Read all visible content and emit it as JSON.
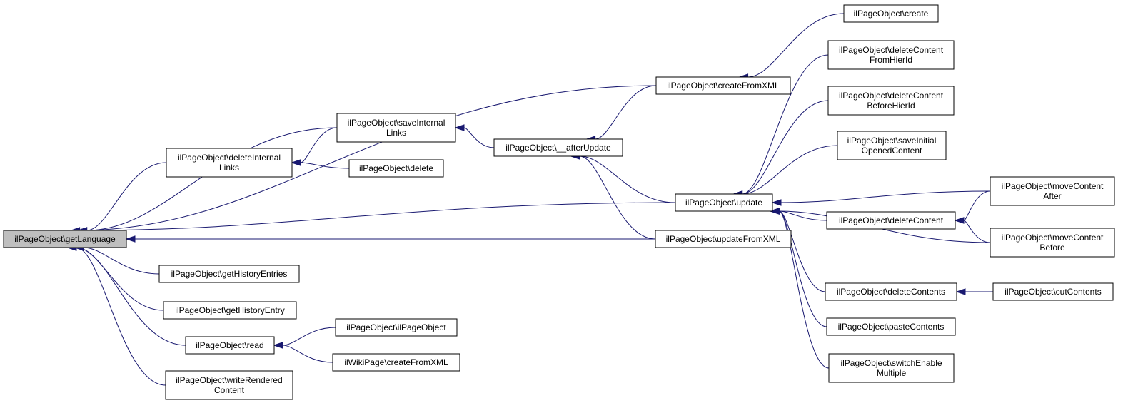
{
  "diagram": {
    "colors": {
      "edge": "#191970",
      "root_fill": "#bfbfbf",
      "node_fill": "#ffffff",
      "node_border": "#000000"
    },
    "nodes": [
      {
        "id": "getLanguage",
        "lines": [
          "ilPageObject\\getLanguage"
        ]
      },
      {
        "id": "deleteInternalLinks",
        "lines": [
          "ilPageObject\\deleteInternal",
          "Links"
        ]
      },
      {
        "id": "getHistoryEntries",
        "lines": [
          "ilPageObject\\getHistoryEntries"
        ]
      },
      {
        "id": "getHistoryEntry",
        "lines": [
          "ilPageObject\\getHistoryEntry"
        ]
      },
      {
        "id": "read",
        "lines": [
          "ilPageObject\\read"
        ]
      },
      {
        "id": "writeRenderedContent",
        "lines": [
          "ilPageObject\\writeRendered",
          "Content"
        ]
      },
      {
        "id": "saveInternalLinks",
        "lines": [
          "ilPageObject\\saveInternal",
          "Links"
        ]
      },
      {
        "id": "delete",
        "lines": [
          "ilPageObject\\delete"
        ]
      },
      {
        "id": "ilPageObjectCtor",
        "lines": [
          "ilPageObject\\ilPageObject"
        ]
      },
      {
        "id": "wikiCreateFromXML",
        "lines": [
          "ilWikiPage\\createFromXML"
        ]
      },
      {
        "id": "afterUpdate",
        "lines": [
          "ilPageObject\\__afterUpdate"
        ]
      },
      {
        "id": "createFromXML",
        "lines": [
          "ilPageObject\\createFromXML"
        ]
      },
      {
        "id": "update",
        "lines": [
          "ilPageObject\\update"
        ]
      },
      {
        "id": "updateFromXML",
        "lines": [
          "ilPageObject\\updateFromXML"
        ]
      },
      {
        "id": "create",
        "lines": [
          "ilPageObject\\create"
        ]
      },
      {
        "id": "deleteContentFromHierId",
        "lines": [
          "ilPageObject\\deleteContent",
          "FromHierId"
        ]
      },
      {
        "id": "deleteContentBeforeHierId",
        "lines": [
          "ilPageObject\\deleteContent",
          "BeforeHierId"
        ]
      },
      {
        "id": "saveInitialOpenedContent",
        "lines": [
          "ilPageObject\\saveInitial",
          "OpenedContent"
        ]
      },
      {
        "id": "deleteContent",
        "lines": [
          "ilPageObject\\deleteContent"
        ]
      },
      {
        "id": "deleteContents",
        "lines": [
          "ilPageObject\\deleteContents"
        ]
      },
      {
        "id": "pasteContents",
        "lines": [
          "ilPageObject\\pasteContents"
        ]
      },
      {
        "id": "switchEnableMultiple",
        "lines": [
          "ilPageObject\\switchEnable",
          "Multiple"
        ]
      },
      {
        "id": "moveContentAfter",
        "lines": [
          "ilPageObject\\moveContent",
          "After"
        ]
      },
      {
        "id": "moveContentBefore",
        "lines": [
          "ilPageObject\\moveContent",
          "Before"
        ]
      },
      {
        "id": "cutContents",
        "lines": [
          "ilPageObject\\cutContents"
        ]
      }
    ],
    "edges": [
      {
        "from": "createFromXML",
        "to": "getLanguage"
      },
      {
        "from": "saveInternalLinks",
        "to": "getLanguage"
      },
      {
        "from": "deleteInternalLinks",
        "to": "getLanguage"
      },
      {
        "from": "update",
        "to": "getLanguage"
      },
      {
        "from": "updateFromXML",
        "to": "getLanguage"
      },
      {
        "from": "getHistoryEntries",
        "to": "getLanguage"
      },
      {
        "from": "getHistoryEntry",
        "to": "getLanguage"
      },
      {
        "from": "read",
        "to": "getLanguage"
      },
      {
        "from": "writeRenderedContent",
        "to": "getLanguage"
      },
      {
        "from": "saveInternalLinks",
        "to": "deleteInternalLinks"
      },
      {
        "from": "delete",
        "to": "deleteInternalLinks"
      },
      {
        "from": "afterUpdate",
        "to": "saveInternalLinks"
      },
      {
        "from": "createFromXML",
        "to": "afterUpdate"
      },
      {
        "from": "update",
        "to": "afterUpdate"
      },
      {
        "from": "updateFromXML",
        "to": "afterUpdate"
      },
      {
        "from": "create",
        "to": "createFromXML"
      },
      {
        "from": "deleteContentFromHierId",
        "to": "update"
      },
      {
        "from": "deleteContentBeforeHierId",
        "to": "update"
      },
      {
        "from": "saveInitialOpenedContent",
        "to": "update"
      },
      {
        "from": "moveContentAfter",
        "to": "update"
      },
      {
        "from": "deleteContent",
        "to": "update"
      },
      {
        "from": "moveContentBefore",
        "to": "update"
      },
      {
        "from": "deleteContents",
        "to": "update"
      },
      {
        "from": "pasteContents",
        "to": "update"
      },
      {
        "from": "switchEnableMultiple",
        "to": "update"
      },
      {
        "from": "moveContentAfter",
        "to": "deleteContent"
      },
      {
        "from": "moveContentBefore",
        "to": "deleteContent"
      },
      {
        "from": "cutContents",
        "to": "deleteContents"
      },
      {
        "from": "ilPageObjectCtor",
        "to": "read"
      },
      {
        "from": "wikiCreateFromXML",
        "to": "read"
      }
    ]
  }
}
